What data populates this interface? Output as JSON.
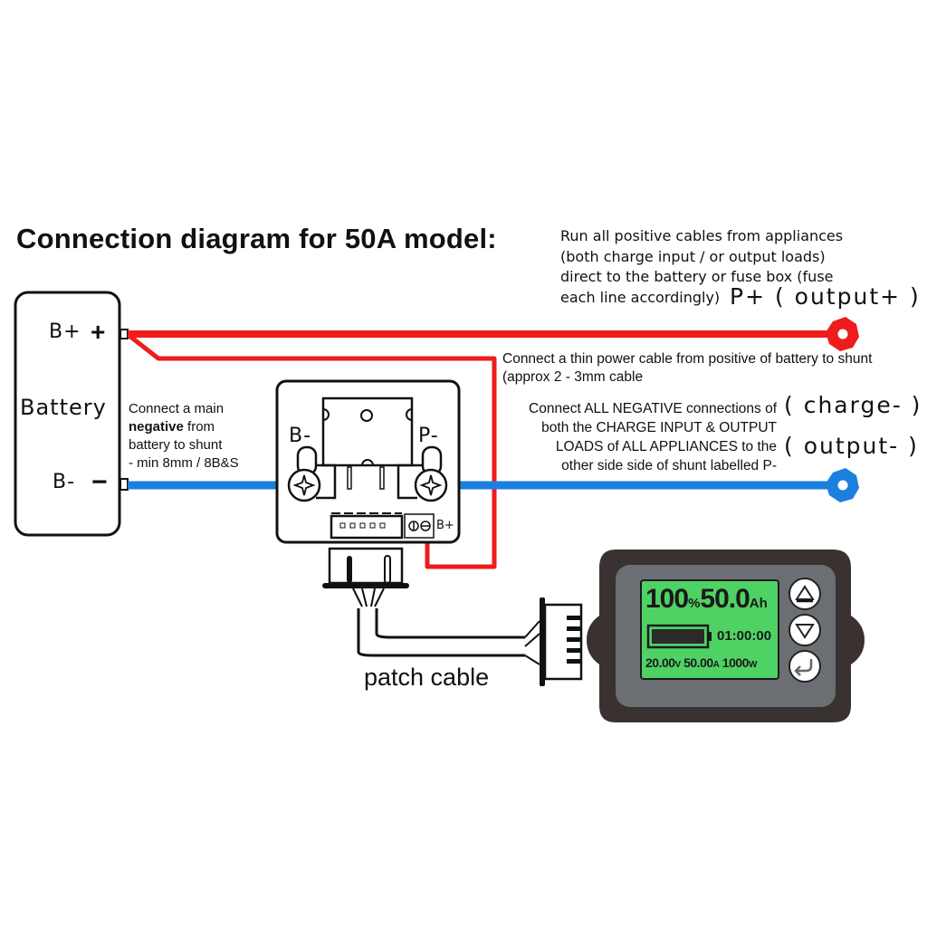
{
  "title": "Connection diagram for 50A model:",
  "notes": {
    "positive_cables": [
      "Run all positive cables from appliances",
      "(both charge input / or output loads)",
      "direct to the battery or fuse box (fuse",
      "each line accordingly)"
    ],
    "thin_cable": [
      "Connect a thin power cable from positive of battery to shunt",
      "(approx 2 - 3mm cable"
    ],
    "negative_connections": [
      "Connect ALL NEGATIVE connections of",
      "both the CHARGE INPUT & OUTPUT",
      "LOADS of ALL APPLIANCES  to the",
      "other side side of shunt labelled P-"
    ],
    "main_negative": {
      "line1": "Connect a main",
      "bold": "negative",
      "line2_rest": " from",
      "line3": "battery to shunt",
      "line4": "- min 8mm / 8B&S"
    }
  },
  "terminal_labels": {
    "p_plus": "P+ ( output+ )",
    "charge_minus": "( charge- )",
    "output_minus": "( output- )"
  },
  "battery": {
    "label": "Battery",
    "pos_label": "B+",
    "pos_sign": "+",
    "neg_label": "B-",
    "neg_sign": "−"
  },
  "shunt": {
    "b_minus": "B-",
    "p_minus": "P-",
    "b_plus": "B+"
  },
  "patch_cable_label": "patch cable",
  "meter": {
    "percent": "100",
    "percent_unit": "%",
    "capacity": "50.0",
    "capacity_unit": "Ah",
    "time": "01:00:00",
    "voltage": "20.00",
    "voltage_unit": "V",
    "current": "50.00",
    "current_unit": "A",
    "power": "1000",
    "power_unit": "W",
    "buttons": [
      "up-arrow",
      "down-arrow",
      "enter"
    ]
  },
  "colors": {
    "positive_wire": "#ee1c1c",
    "negative_wire": "#1b7fe0",
    "lcd_green": "#4fd264",
    "meter_body": "#3a3230",
    "meter_face": "#6b6f73"
  }
}
